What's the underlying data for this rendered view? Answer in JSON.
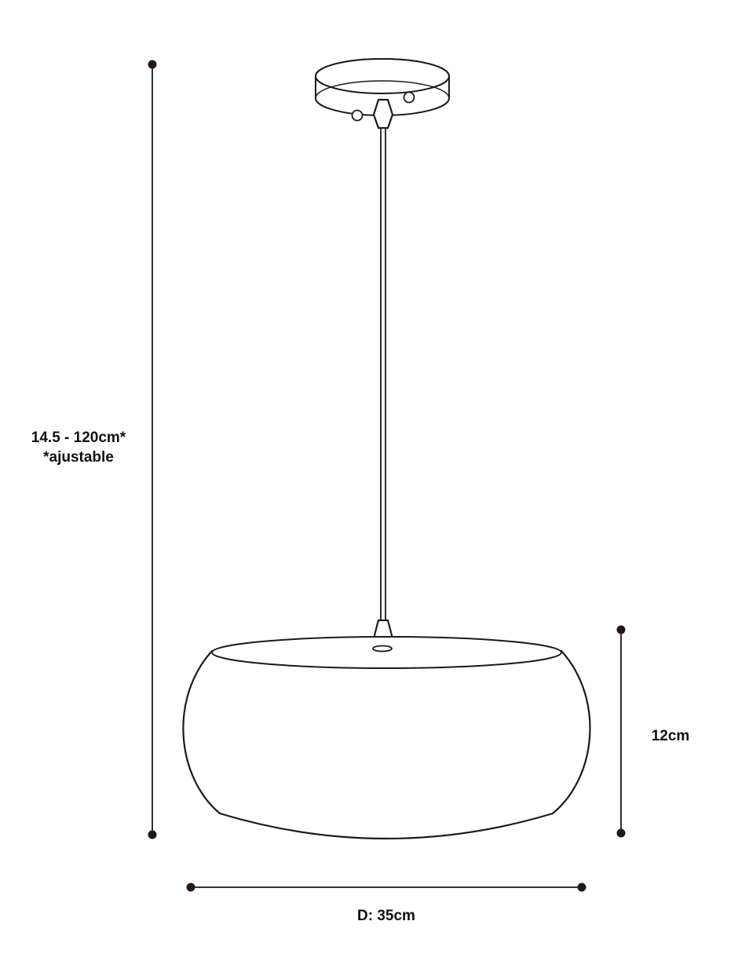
{
  "dimensions": {
    "total_height": "14.5 - 120cm*",
    "adjustable_note": "*ajustable",
    "shade_height": "12cm",
    "diameter": "D: 35cm"
  },
  "colors": {
    "line": "#1a1a1a",
    "dot": "#231815",
    "background": "#ffffff"
  }
}
